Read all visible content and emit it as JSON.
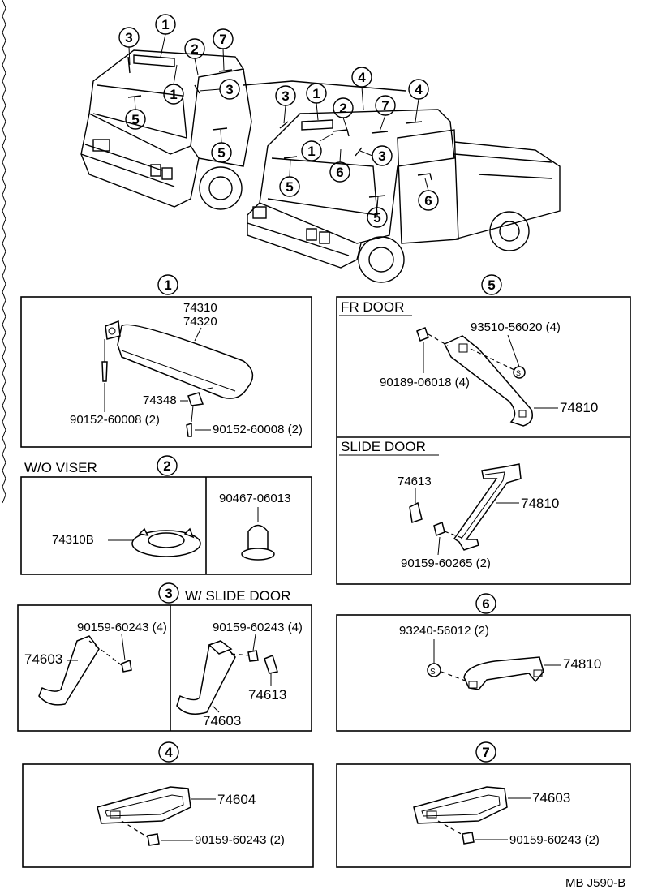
{
  "overview": {
    "callouts": {
      "c1a": "1",
      "c1b": "1",
      "c2a": "2",
      "c3a": "3",
      "c3b": "3",
      "c5a": "5",
      "c5b": "5",
      "c7a": "7",
      "c1c": "1",
      "c1d": "1",
      "c2b": "2",
      "c3c": "3",
      "c3d": "3",
      "c4a": "4",
      "c4b": "4",
      "c5c": "5",
      "c5d": "5",
      "c6a": "6",
      "c6b": "6",
      "c7b": "7"
    }
  },
  "sections": {
    "s1": {
      "num": "1",
      "parts": {
        "p74310": "74310",
        "p74320": "74320",
        "p74348": "74348",
        "bolt_left": "90152-60008 (2)",
        "bolt_right": "90152-60008 (2)"
      }
    },
    "s2": {
      "num": "2",
      "header": "W/O VISER",
      "parts": {
        "p74310B": "74310B",
        "p90467": "90467-06013"
      }
    },
    "s3": {
      "num": "3",
      "header": "W/ SLIDE DOOR",
      "parts": {
        "left_screw": "90159-60243 (4)",
        "left_grip": "74603",
        "right_screw": "90159-60243 (4)",
        "right_clip": "74613",
        "right_grip": "74603"
      }
    },
    "s4": {
      "num": "4",
      "parts": {
        "grip": "74604",
        "screw": "90159-60243 (2)"
      }
    },
    "s5": {
      "num": "5",
      "fr_door": {
        "header": "FR DOOR",
        "cap": "93510-56020 (4)",
        "screw": "90189-06018 (4)",
        "grip": "74810"
      },
      "slide_door": {
        "header": "SLIDE DOOR",
        "clip": "74613",
        "grip": "74810",
        "screw": "90159-60265 (2)"
      }
    },
    "s6": {
      "num": "6",
      "parts": {
        "cap": "93240-56012 (2)",
        "grip": "74810"
      }
    },
    "s7": {
      "num": "7",
      "parts": {
        "grip": "74603",
        "screw": "90159-60243 (2)"
      }
    }
  },
  "footer": {
    "code": "MB  J590-B"
  }
}
